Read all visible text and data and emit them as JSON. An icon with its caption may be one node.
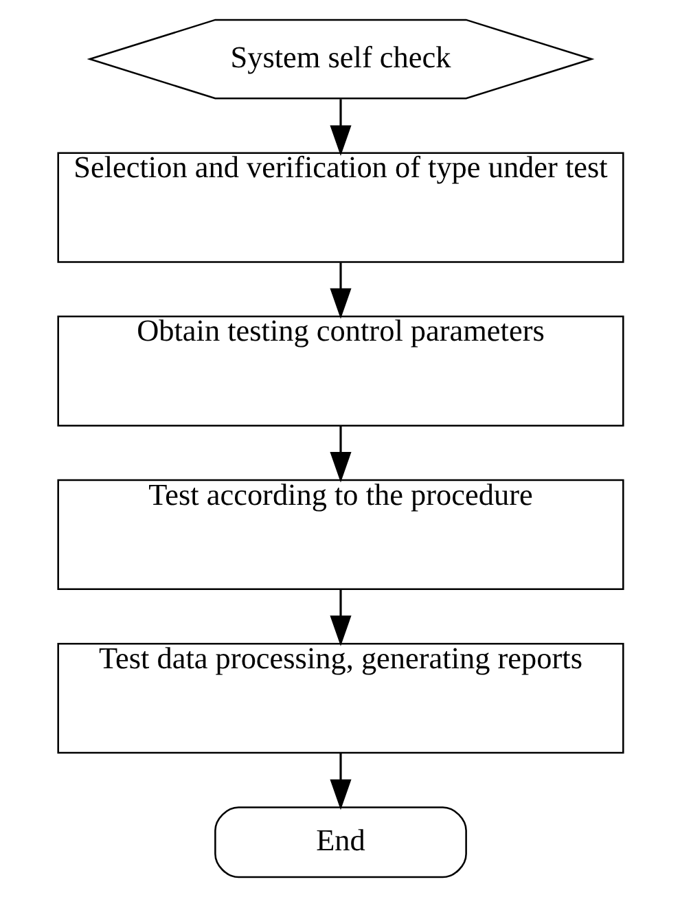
{
  "diagram": {
    "nodes": [
      {
        "text": [
          "System self check"
        ]
      },
      {
        "text": [
          "Selection and verification of type under test"
        ]
      },
      {
        "text": [
          "Obtain testing control parameters"
        ]
      },
      {
        "text": [
          "Test according to the procedure"
        ]
      },
      {
        "text": [
          "Test data processing, generating reports"
        ]
      },
      {
        "text": [
          "End"
        ]
      }
    ],
    "edges": [
      {
        "from": 0,
        "to": 1,
        "arrow": "to"
      },
      {
        "from": 1,
        "to": 2,
        "arrow": "to"
      },
      {
        "from": 2,
        "to": 3,
        "arrow": "to"
      },
      {
        "from": 3,
        "to": 4,
        "arrow": "to"
      },
      {
        "from": 4,
        "to": 5,
        "arrow": "to"
      }
    ]
  }
}
